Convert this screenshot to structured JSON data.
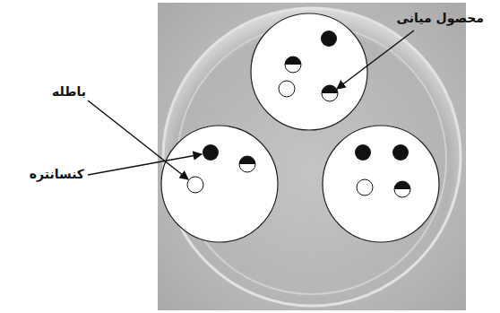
{
  "diagram": {
    "labels": [
      "محصول میانی",
      "باطله",
      "کنسانتره"
    ]
  }
}
